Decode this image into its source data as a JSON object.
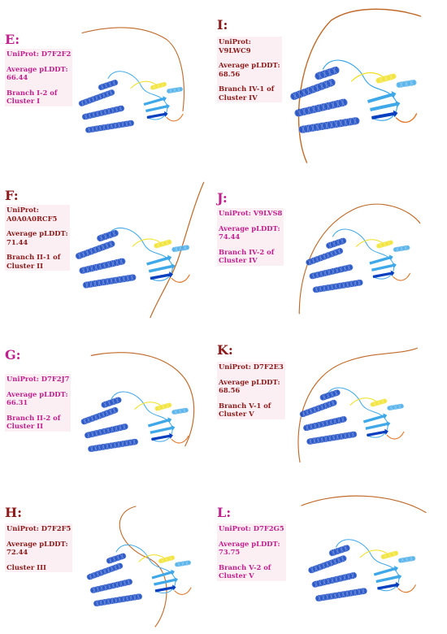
{
  "panels": [
    {
      "letter": "E:",
      "letter_color": "#c0208e",
      "text_color": "#c0208e",
      "lines": [
        "UniProt: D7F2F2",
        "Average pLDDT:",
        "66.44",
        "Branch I-2 of",
        "Cluster I"
      ]
    },
    {
      "letter": "I:",
      "letter_color": "#8b1a1a",
      "text_color": "#8b1a1a",
      "lines": [
        "UniProt:",
        "V9LWC9",
        "Average pLDDT:",
        "68.56",
        "Branch IV-1 of",
        "Cluster IV"
      ]
    },
    {
      "letter": "F:",
      "letter_color": "#8b1a1a",
      "text_color": "#8b1a1a",
      "lines": [
        "UniProt:",
        "A0A0A0RCF5",
        "Average pLDDT:",
        "71.44",
        "Branch II-1 of",
        "Cluster II"
      ]
    },
    {
      "letter": "J:",
      "letter_color": "#c0208e",
      "text_color": "#c0208e",
      "lines": [
        "UniProt: V9LVS8",
        "Average pLDDT:",
        "74.44",
        "Branch IV-2 of",
        "Cluster IV"
      ]
    },
    {
      "letter": "G:",
      "letter_color": "#c0208e",
      "text_color": "#c0208e",
      "lines": [
        "UniProt: D7F2J7",
        "Average pLDDT:",
        "66.31",
        "Branch II-2 of",
        "Cluster II"
      ]
    },
    {
      "letter": "K:",
      "letter_color": "#8b1a1a",
      "text_color": "#8b1a1a",
      "lines": [
        "UniProt: D7F2E3",
        "Average pLDDT:",
        "68.56",
        "Branch V-1 of",
        "Cluster V"
      ]
    },
    {
      "letter": "H:",
      "letter_color": "#8b1a1a",
      "text_color": "#8b1a1a",
      "lines": [
        "UniProt: D7F2F5",
        "Average pLDDT:",
        "72.44",
        "Cluster III"
      ]
    },
    {
      "letter": "L:",
      "letter_color": "#c0208e",
      "text_color": "#c0208e",
      "lines": [
        "UniProt: D7F2G5",
        "Average pLDDT:",
        "73.75",
        "Branch V-2 of",
        "Cluster V"
      ]
    }
  ],
  "colors": {
    "very_high": "#0a3fbf",
    "confident": "#3fa8e8",
    "low": "#f0e020",
    "very_low": "#e07a2e",
    "coil": "#c06a2a",
    "info_bg": "#fbeff3"
  }
}
